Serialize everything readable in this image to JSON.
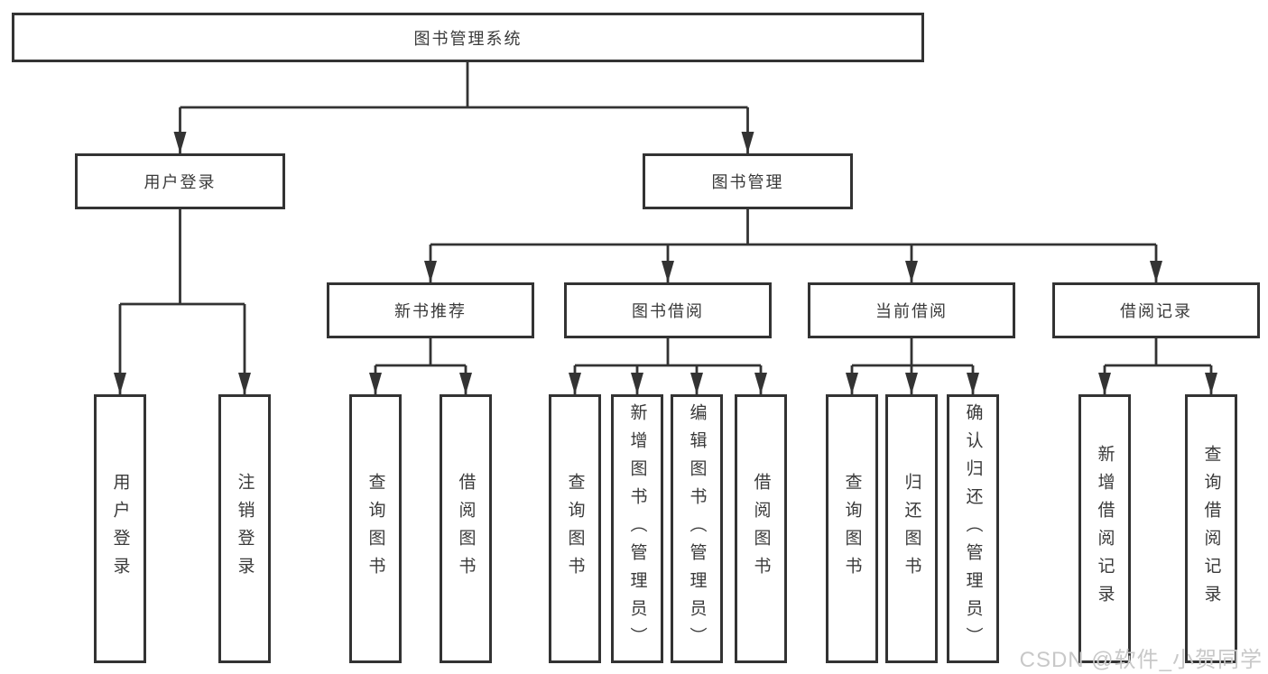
{
  "diagram": {
    "root": {
      "label": "图书管理系统"
    },
    "level2": [
      {
        "label": "用户登录"
      },
      {
        "label": "图书管理"
      }
    ],
    "level3": [
      {
        "label": "新书推荐",
        "parent": "图书管理"
      },
      {
        "label": "图书借阅",
        "parent": "图书管理"
      },
      {
        "label": "当前借阅",
        "parent": "图书管理"
      },
      {
        "label": "借阅记录",
        "parent": "图书管理"
      }
    ],
    "leaves": [
      {
        "label": "用户登录",
        "parent": "用户登录"
      },
      {
        "label": "注销登录",
        "parent": "用户登录"
      },
      {
        "label": "查询图书",
        "parent": "新书推荐"
      },
      {
        "label": "借阅图书",
        "parent": "新书推荐"
      },
      {
        "label": "查询图书",
        "parent": "图书借阅"
      },
      {
        "label": "新增图书（管理员）",
        "parent": "图书借阅"
      },
      {
        "label": "编辑图书（管理员）",
        "parent": "图书借阅"
      },
      {
        "label": "借阅图书",
        "parent": "图书借阅"
      },
      {
        "label": "查询图书",
        "parent": "当前借阅"
      },
      {
        "label": "归还图书",
        "parent": "当前借阅"
      },
      {
        "label": "确认归还（管理员）",
        "parent": "当前借阅"
      },
      {
        "label": "新增借阅记录",
        "parent": "借阅记录"
      },
      {
        "label": "查询借阅记录",
        "parent": "借阅记录"
      }
    ],
    "watermark": "CSDN @软件_小贺同学",
    "colors": {
      "line": "#333333",
      "text": "#3a3a3a",
      "watermark": "#c8c8c8",
      "background": "#ffffff"
    }
  }
}
